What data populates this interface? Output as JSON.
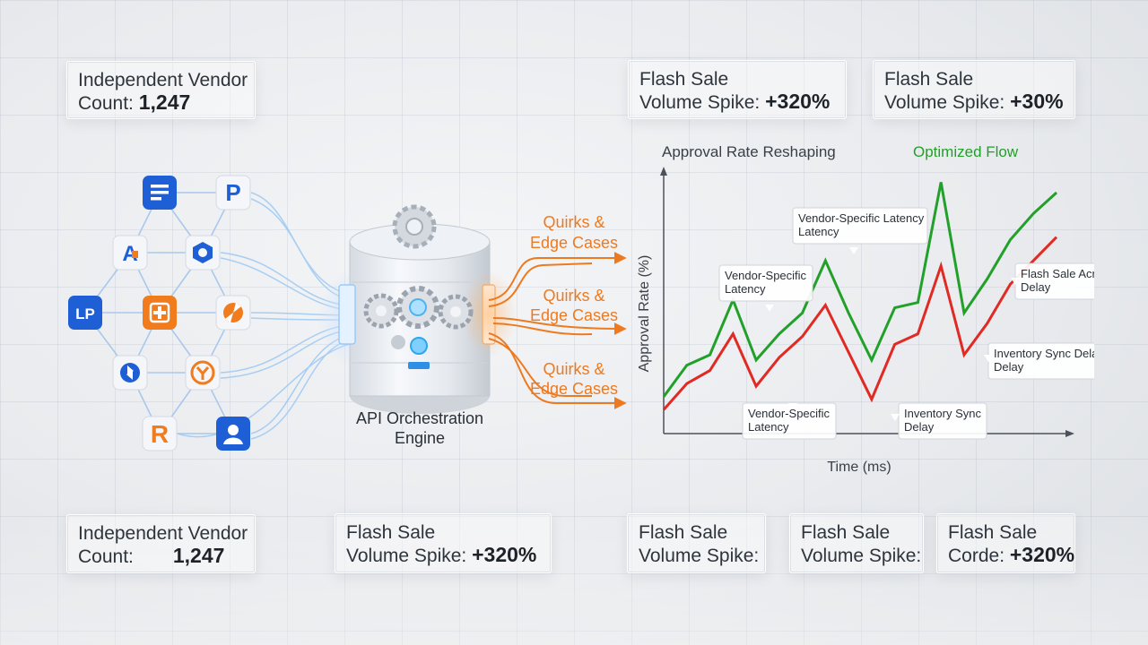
{
  "top_cards": [
    {
      "line1": "Independent Vendor",
      "line2_label": "Count:",
      "line2_value": "1,247"
    },
    {
      "line1": "Flash Sale",
      "line2_label": "Volume Spike:",
      "line2_value": "+320%"
    },
    {
      "line1": "Flash Sale",
      "line2_label": "Volume Spike:",
      "line2_value": "+30%"
    }
  ],
  "bottom_cards": [
    {
      "line1": "Independent Vendor",
      "line2_label": "Count:",
      "line2_value": "1,247"
    },
    {
      "line1": "Flash Sale",
      "line2_label": "Volume Spike:",
      "line2_value": "+320%"
    },
    {
      "line1": "Flash Sale",
      "line2_label": "Volume Spike:",
      "line2_value": ""
    },
    {
      "line1": "Flash Sale",
      "line2_label": "Volume Spike:",
      "line2_value": ""
    },
    {
      "line1": "Flash Sale",
      "line2_label": "Corde:",
      "line2_value": "+320%"
    }
  ],
  "engine": {
    "line1": "API Orchestration",
    "line2": "Engine"
  },
  "quirks": [
    {
      "line1": "Quirks &",
      "line2": "Edge Cases"
    },
    {
      "line1": "Quirks &",
      "line2": "Edge Cases"
    },
    {
      "line1": "Quirks &",
      "line2": "Edge Cases"
    }
  ],
  "vendor_icons": [
    {
      "name": "document-list-icon",
      "color": "#1f5fd6"
    },
    {
      "name": "p-letter-icon",
      "color": "#1f5fd6"
    },
    {
      "name": "split-a-icon",
      "color": "#1f5fd6"
    },
    {
      "name": "hexagon-ring-icon",
      "color": "#1f5fd6"
    },
    {
      "name": "chain-link-icon",
      "color": "#1f5fd6"
    },
    {
      "name": "medical-cross-icon",
      "color": "#f07c1e"
    },
    {
      "name": "pinwheel-icon",
      "color": "#f07c1e"
    },
    {
      "name": "leaf-clover-icon",
      "color": "#1f5fd6"
    },
    {
      "name": "y-badge-icon",
      "color": "#f07c1e"
    },
    {
      "name": "r-letter-icon",
      "color": "#f07c1e"
    },
    {
      "name": "user-profile-icon",
      "color": "#1f5fd6"
    }
  ],
  "colors": {
    "vendor_blue": "#1f5fd6",
    "vendor_orange": "#f07c1e",
    "quirks_orange": "#ee7a1f",
    "optimized_green": "#22a02a",
    "baseline_red": "#e02a23"
  },
  "chart_data": {
    "type": "line",
    "title": "Approval Rate Reshaping",
    "xlabel": "Time (ms)",
    "ylabel": "Approval Rate (%)",
    "x": [
      0,
      1,
      2,
      3,
      4,
      5,
      6,
      7,
      8,
      9,
      10,
      11,
      12,
      13,
      14,
      15,
      16,
      17
    ],
    "series": [
      {
        "name": "Optimized Flow",
        "color": "#22a02a",
        "values": [
          10,
          22,
          26,
          47,
          24,
          34,
          42,
          62,
          42,
          24,
          44,
          46,
          92,
          42,
          55,
          70,
          80,
          88
        ]
      },
      {
        "name": "",
        "color": "#e02a23",
        "values": [
          5,
          15,
          20,
          34,
          14,
          25,
          33,
          45,
          27,
          9,
          30,
          34,
          60,
          26,
          38,
          53,
          62,
          71
        ]
      }
    ],
    "xlim": [
      0,
      17
    ],
    "ylim": [
      0,
      100
    ],
    "grid": false,
    "annotations": [
      {
        "text": [
          "Vendor-Specific Latency",
          "Latency"
        ],
        "series": 0,
        "index": 7
      },
      {
        "text": [
          "Vendor-Specific",
          "Latency"
        ],
        "series": 0,
        "index": 3
      },
      {
        "text": [
          "Flash Sale Acro",
          "Delay"
        ],
        "series": 1,
        "index": 16
      },
      {
        "text": [
          "Inventory Sync Delay",
          "Delay"
        ],
        "series": 1,
        "index": 13
      },
      {
        "text": [
          "Vendor-Specific",
          "Latency"
        ],
        "series": 1,
        "index": 4
      },
      {
        "text": [
          "Inventory Sync",
          "Delay"
        ],
        "series": 1,
        "index": 9
      }
    ]
  }
}
